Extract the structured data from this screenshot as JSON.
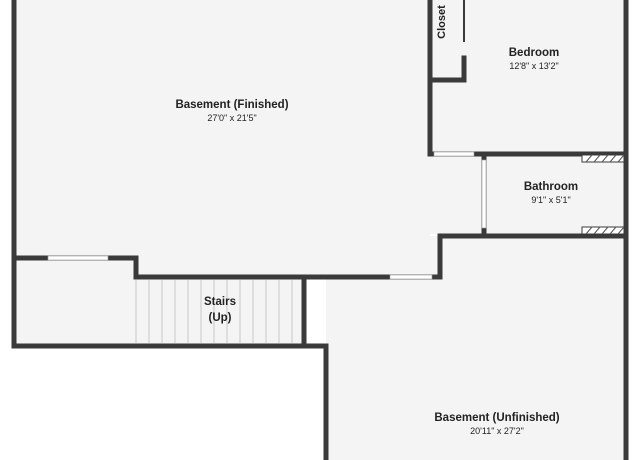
{
  "plan": {
    "colors": {
      "floor": "#f4f4f4",
      "wall": "#3a3a3a",
      "opening": "#ffffff",
      "background": "#ffffff"
    },
    "rooms": {
      "basement_finished": {
        "name": "Basement (Finished)",
        "dims": "27'0\" x 21'5\""
      },
      "bedroom": {
        "name": "Bedroom",
        "dims": "12'8\" x 13'2\""
      },
      "closet": {
        "name": "Closet"
      },
      "bathroom": {
        "name": "Bathroom",
        "dims": "9'1\" x 5'1\""
      },
      "stairs": {
        "name_line1": "Stairs",
        "name_line2": "(Up)"
      },
      "basement_unfinished": {
        "name": "Basement (Unfinished)",
        "dims": "20'11\" x 27'2\""
      }
    }
  }
}
